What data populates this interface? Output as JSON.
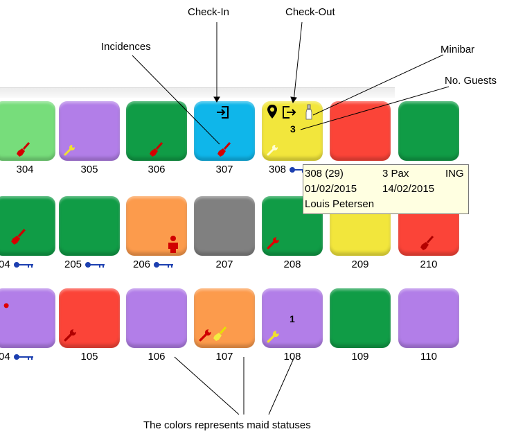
{
  "annotations": {
    "check_in": "Check-In",
    "check_out": "Check-Out",
    "incidences": "Incidences",
    "minibar": "Minibar",
    "no_guests": "No. Guests",
    "maid_statuses": "The colors represents maid statuses"
  },
  "colors": {
    "lightgreen": "#77dd7b",
    "purple": "#b27ee8",
    "green": "#109c46",
    "cyan": "#0fb6ea",
    "yellow": "#f2e63c",
    "red": "#fb4438",
    "orange": "#fc9b4c",
    "gray": "#808080"
  },
  "rows": [
    {
      "rooms": [
        {
          "number": "304",
          "color": "lightgreen",
          "icons": [
            "broom-icon"
          ]
        },
        {
          "number": "305",
          "color": "purple",
          "icons": [
            "wrench-icon"
          ]
        },
        {
          "number": "306",
          "color": "green",
          "icons": [
            "broom-icon"
          ]
        },
        {
          "number": "307",
          "color": "cyan",
          "icons": [
            "checkin-icon",
            "broom-icon"
          ]
        },
        {
          "number": "308",
          "color": "yellow",
          "icons": [
            "location-icon",
            "checkout-icon",
            "bottle-icon",
            "wrench-icon"
          ],
          "guests": "3",
          "key": true
        },
        {
          "number": "",
          "color": "red",
          "icons": []
        },
        {
          "number": "",
          "color": "green",
          "icons": []
        }
      ]
    },
    {
      "rooms": [
        {
          "number": "04",
          "color": "green",
          "icons": [
            "broom-icon"
          ],
          "key": true
        },
        {
          "number": "205",
          "color": "green",
          "icons": [],
          "key": true
        },
        {
          "number": "206",
          "color": "orange",
          "icons": [
            "person-icon"
          ],
          "key": true
        },
        {
          "number": "207",
          "color": "gray",
          "icons": []
        },
        {
          "number": "208",
          "color": "green",
          "icons": [
            "wrench-icon"
          ]
        },
        {
          "number": "209",
          "color": "yellow",
          "icons": []
        },
        {
          "number": "210",
          "color": "red",
          "icons": [
            "broom-icon"
          ]
        }
      ]
    },
    {
      "rooms": [
        {
          "number": "04",
          "color": "purple",
          "icons": [],
          "key": true
        },
        {
          "number": "105",
          "color": "red",
          "icons": [
            "wrench-icon"
          ]
        },
        {
          "number": "106",
          "color": "purple",
          "icons": []
        },
        {
          "number": "107",
          "color": "orange",
          "icons": [
            "wrench-icon",
            "broom-icon"
          ]
        },
        {
          "number": "108",
          "color": "purple",
          "icons": [
            "wrench-icon"
          ],
          "guests": "1"
        },
        {
          "number": "109",
          "color": "green",
          "icons": []
        },
        {
          "number": "110",
          "color": "purple",
          "icons": []
        }
      ]
    }
  ],
  "tooltip": {
    "room": "308 (29)",
    "pax": "3 Pax",
    "lang": "ING",
    "arrival": "01/02/2015",
    "departure": "14/02/2015",
    "guest_name": "Louis Petersen"
  }
}
